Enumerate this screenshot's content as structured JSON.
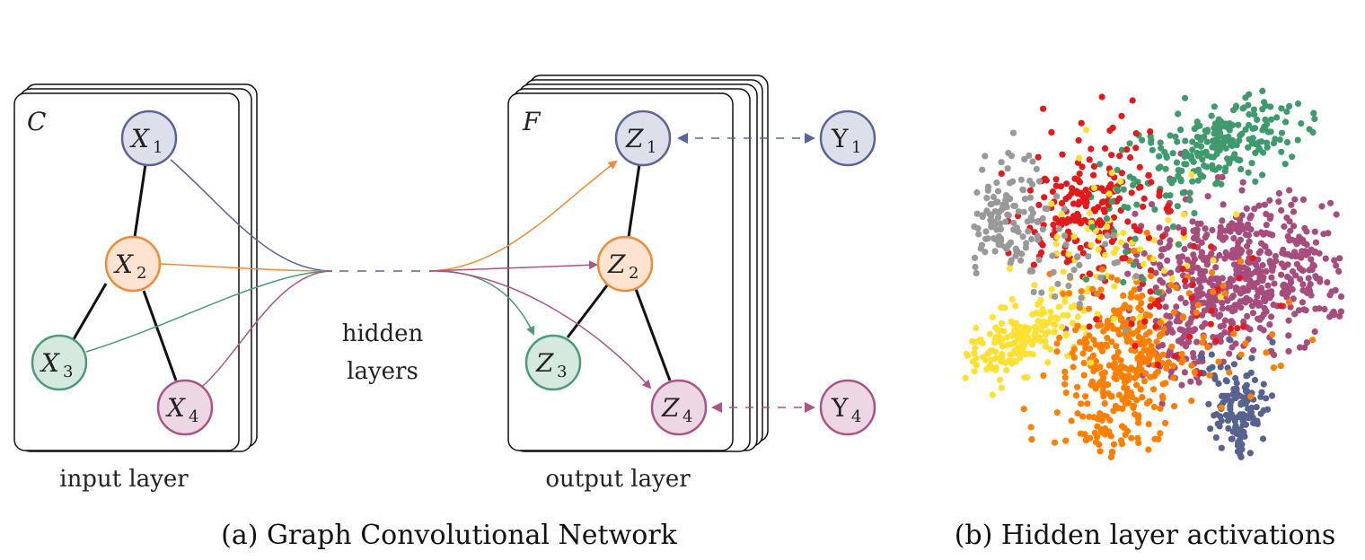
{
  "panel_a": {
    "caption": "(a) Graph Convolutional Network",
    "input_layer": {
      "label": "input layer",
      "channel_symbol": "C",
      "nodes": [
        {
          "id": "X1",
          "base": "X",
          "sub": "1",
          "color": "#5b6496",
          "fill": "#dde0ea"
        },
        {
          "id": "X2",
          "base": "X",
          "sub": "2",
          "color": "#f08a36",
          "fill": "#fde3d0"
        },
        {
          "id": "X3",
          "base": "X",
          "sub": "3",
          "color": "#4c9a77",
          "fill": "#d6e9df"
        },
        {
          "id": "X4",
          "base": "X",
          "sub": "4",
          "color": "#a95585",
          "fill": "#edd7e5"
        }
      ]
    },
    "hidden": {
      "line1": "hidden",
      "line2": "layers"
    },
    "output_layer": {
      "label": "output layer",
      "channel_symbol": "F",
      "nodes": [
        {
          "id": "Z1",
          "base": "Z",
          "sub": "1",
          "color": "#5b6496",
          "fill": "#dde0ea"
        },
        {
          "id": "Z2",
          "base": "Z",
          "sub": "2",
          "color": "#f08a36",
          "fill": "#fde3d0"
        },
        {
          "id": "Z3",
          "base": "Z",
          "sub": "3",
          "color": "#4c9a77",
          "fill": "#d6e9df"
        },
        {
          "id": "Z4",
          "base": "Z",
          "sub": "4",
          "color": "#a95585",
          "fill": "#edd7e5"
        }
      ]
    },
    "targets": [
      {
        "id": "Y1",
        "base": "Y",
        "sub": "1",
        "color": "#5b6496",
        "fill": "#dde0ea"
      },
      {
        "id": "Y4",
        "base": "Y",
        "sub": "4",
        "color": "#a95585",
        "fill": "#edd7e5"
      }
    ]
  },
  "panel_b": {
    "caption": "(b) Hidden layer activations",
    "clusters": [
      {
        "name": "green",
        "color": "#3f9a6e"
      },
      {
        "name": "red",
        "color": "#e31a1c"
      },
      {
        "name": "gray",
        "color": "#999999"
      },
      {
        "name": "purple",
        "color": "#a64d7e"
      },
      {
        "name": "yellow",
        "color": "#ffe033"
      },
      {
        "name": "orange",
        "color": "#ff7f00"
      },
      {
        "name": "blue",
        "color": "#58628f"
      }
    ]
  }
}
